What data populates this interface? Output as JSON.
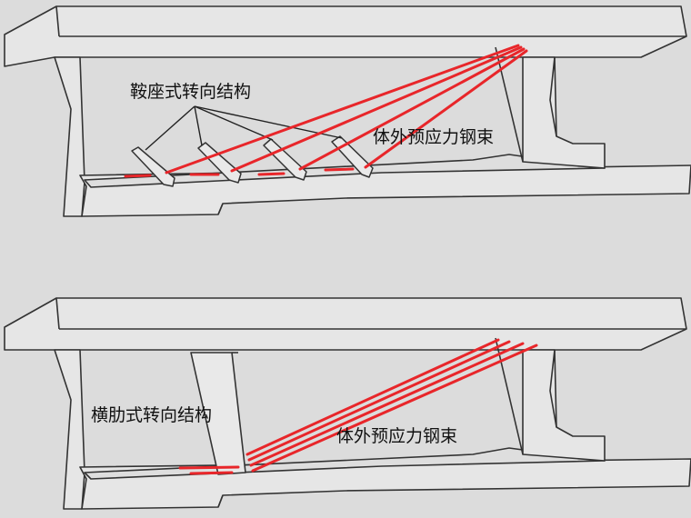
{
  "diagrams": [
    {
      "structure_label": "鞍座式转向结构",
      "tendon_label": "体外预应力钢束"
    },
    {
      "structure_label": "横肋式转向结构",
      "tendon_label": "体外预应力钢束"
    }
  ],
  "colors": {
    "background": "#dcdcdc",
    "concrete_face": "#e6e6e6",
    "outline": "#333333",
    "tendon": "#e8262a"
  }
}
